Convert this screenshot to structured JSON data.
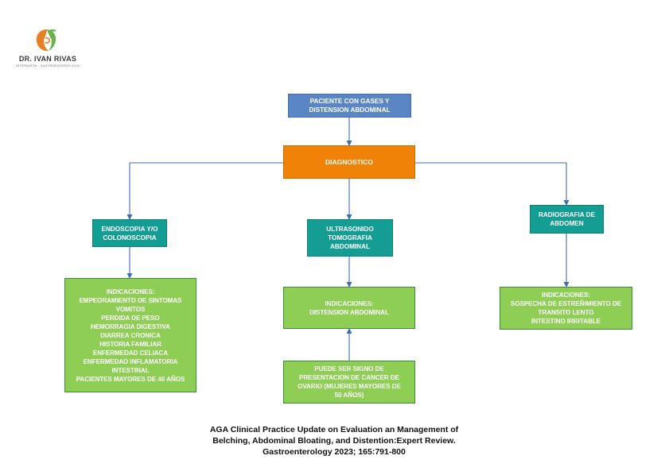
{
  "logo": {
    "name": "DR. IVAN RIVAS",
    "tagline": "INTERNISTA · GASTROENTEROLOGO",
    "icon": "stomach-leaf-icon",
    "colors": {
      "green": "#6ab04c",
      "orange": "#e87f24"
    }
  },
  "flow": {
    "start": {
      "lines": [
        "PACIENTE CON GASES Y",
        "DISTENSION ABDOMINAL"
      ]
    },
    "diagnosis": {
      "lines": [
        "DIAGNOSTICO"
      ]
    },
    "branches": [
      {
        "method": [
          "ENDOSCOPIA Y/O",
          "COLONOSCOPIA"
        ],
        "indications": [
          "INDICACIONES:",
          "EMPEORAMIENTO DE SINTOMAS",
          "VOMITOS",
          "PERDIDA DE PESO",
          "HEMORRAGIA DIGESTIVA",
          "DIARREA CRONICA",
          "HISTORIA FAMILIAR",
          "ENFERMEDAD CELIACA",
          "ENFERMEDAD INFLAMATORIA",
          "INTESTINAL",
          "PACIENTES MAYORES DE 40 AÑOS"
        ]
      },
      {
        "method": [
          "ULTRASONIDO",
          "TOMOGRAFIA",
          "ABDOMINAL"
        ],
        "indications": [
          "INDICACIONES:",
          "DISTENSION ABDOMINAL"
        ],
        "note": [
          "PUEDE SER SIGNO DE",
          "PRESENTACION DE CANCER DE",
          "OVARIO (MUJERES MAYORES DE",
          "50 AÑOS)"
        ]
      },
      {
        "method": [
          "RADIOGRAFIA DE",
          "ABDOMEN"
        ],
        "indications": [
          "INDICACIONES:",
          "SOSPECHA DE ESTREÑIMIENTO DE",
          "TRANSITO LENTO",
          "INTESTINO IRRITABLE"
        ]
      }
    ]
  },
  "citation": [
    "AGA Clinical Practice Update on Evaluation an Management of",
    "Belching, Abdominal Bloating, and Distention:Expert Review.",
    "Gastroenterology 2023; 165:791-800"
  ],
  "colors": {
    "start": "#5a86c6",
    "diagnosis": "#ef8207",
    "method": "#149d92",
    "indications": "#8fce55",
    "connector": "#3f6db0"
  }
}
